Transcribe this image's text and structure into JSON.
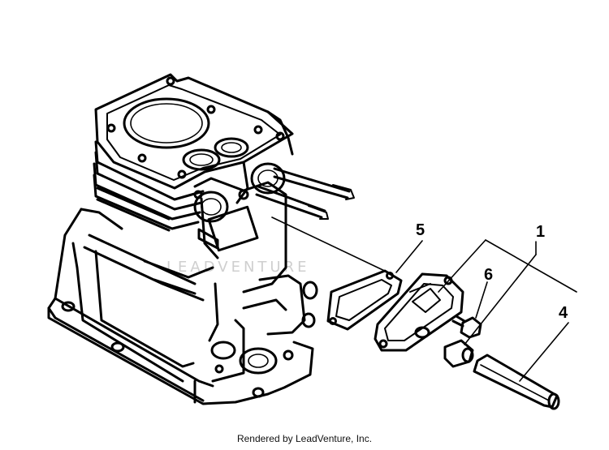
{
  "callouts": {
    "c1": "1",
    "c4": "4",
    "c5": "5",
    "c6": "6"
  },
  "watermark": "LEADVENTURE",
  "footer": "Rendered by LeadVenture, Inc.",
  "colors": {
    "ink": "#000000",
    "background": "#ffffff",
    "watermark": "#cfcfcf"
  }
}
